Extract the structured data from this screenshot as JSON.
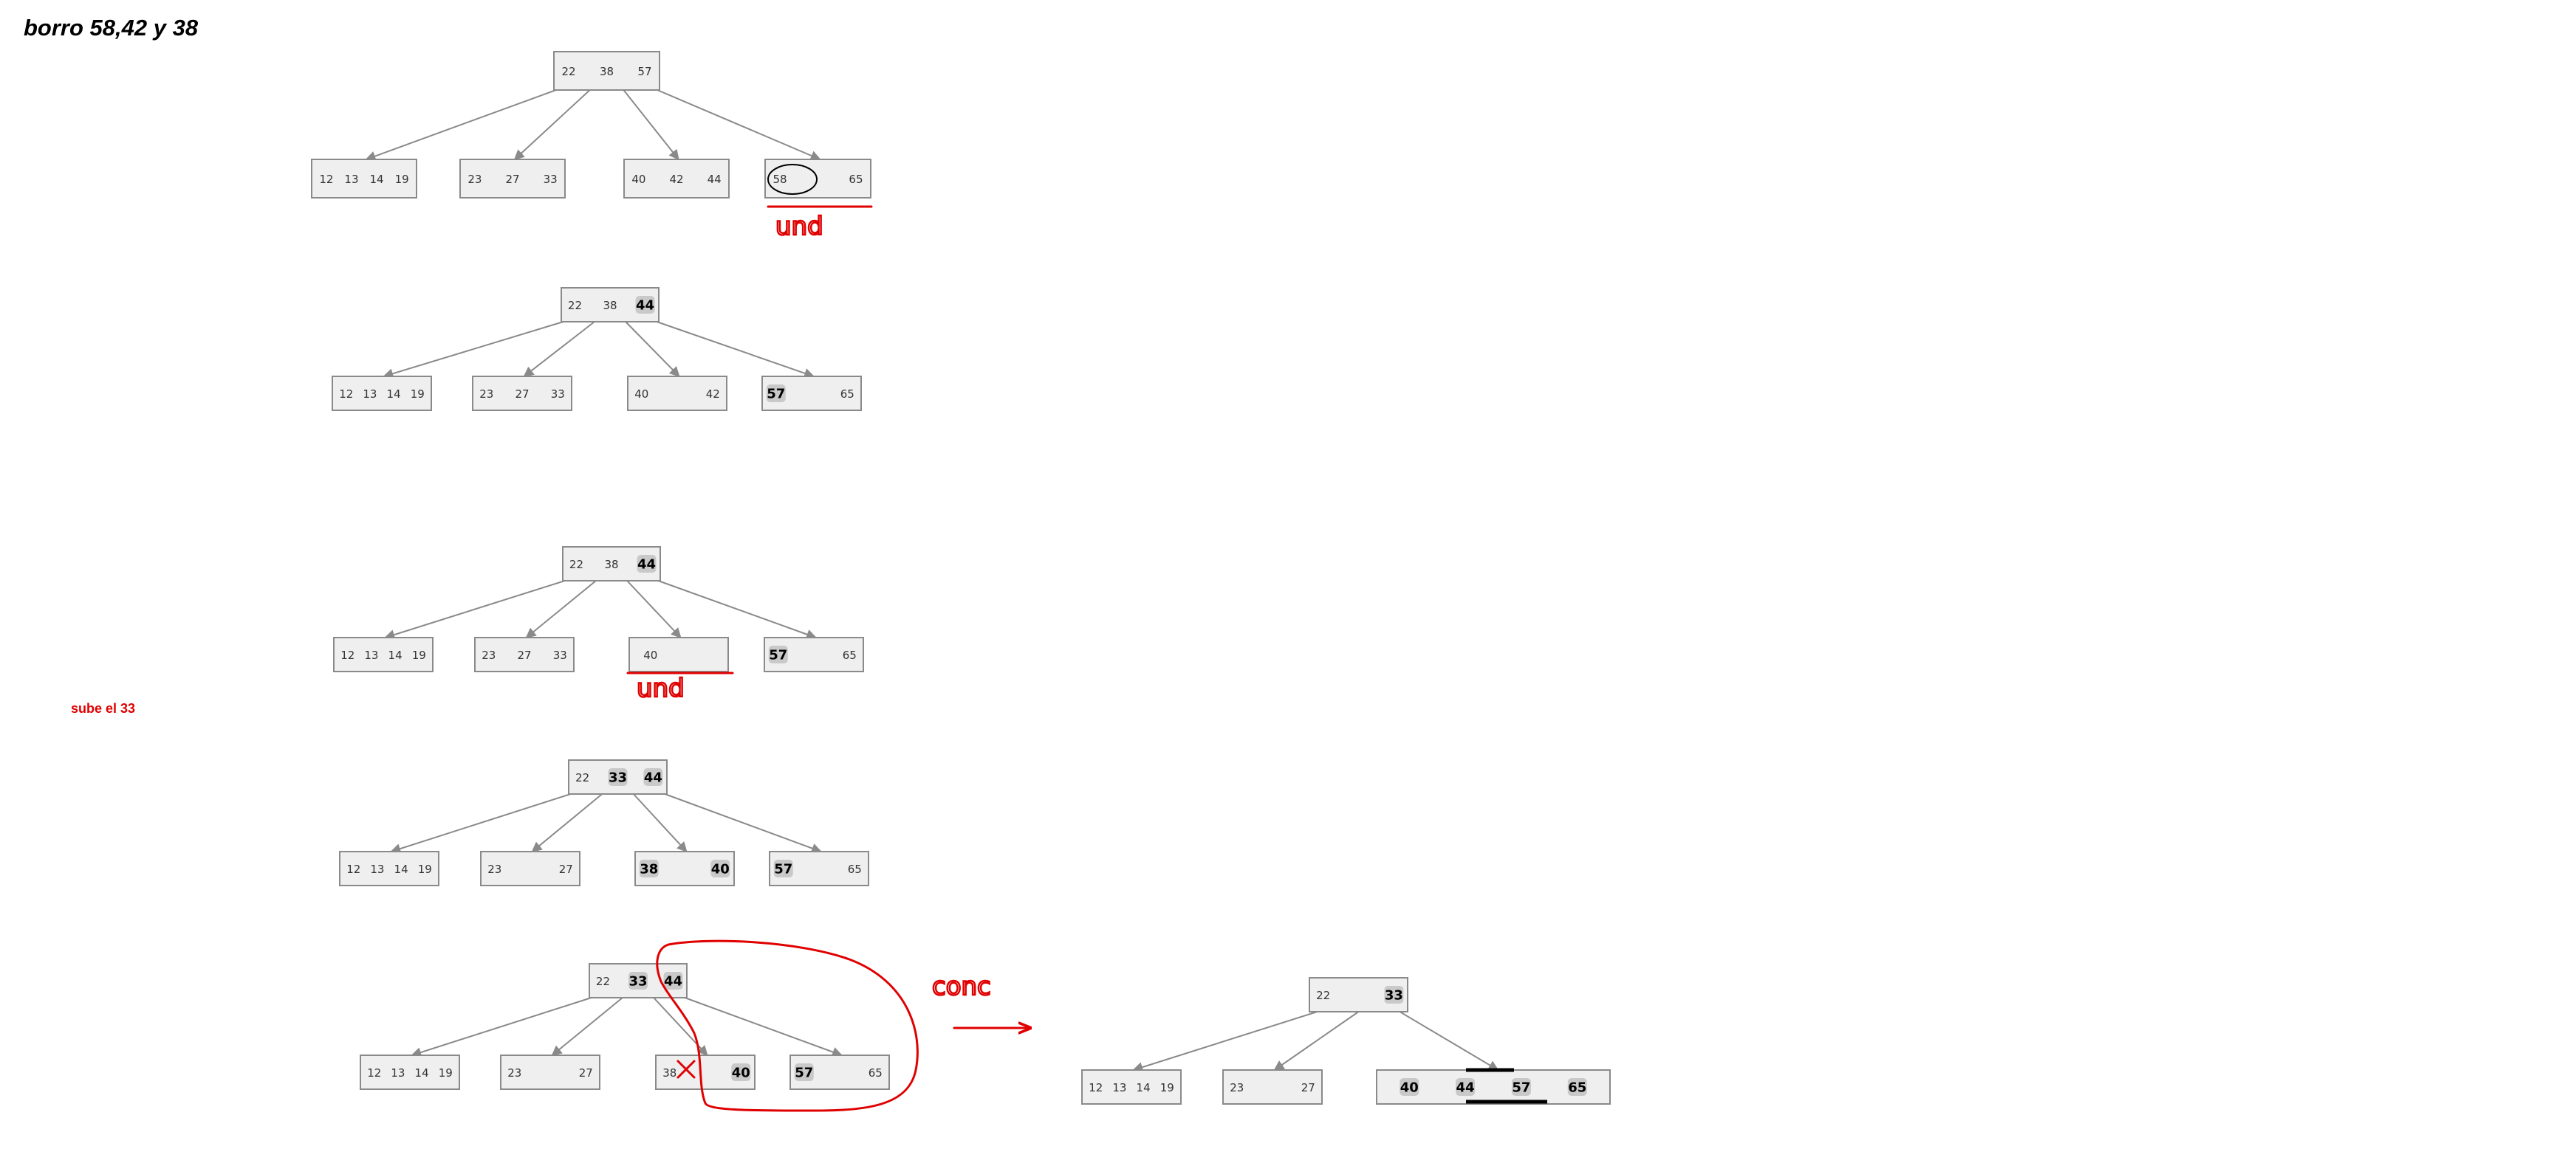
{
  "title": "borro 58,42 y 38",
  "note": "sube el 33",
  "annotations": {
    "und_1": "und",
    "und_2": "und",
    "conc": "conc"
  },
  "trees": [
    {
      "root": [
        "22",
        "38",
        "57"
      ],
      "leaves": [
        [
          "12",
          "13",
          "14",
          "19"
        ],
        [
          "23",
          "27",
          "33"
        ],
        [
          "40",
          "42",
          "44"
        ],
        [
          "58",
          "65"
        ]
      ]
    },
    {
      "root": [
        "22",
        "38",
        "44"
      ],
      "leaves": [
        [
          "12",
          "13",
          "14",
          "19"
        ],
        [
          "23",
          "27",
          "33"
        ],
        [
          "40",
          "42"
        ],
        [
          "57",
          "65"
        ]
      ]
    },
    {
      "root": [
        "22",
        "38",
        "44"
      ],
      "leaves": [
        [
          "12",
          "13",
          "14",
          "19"
        ],
        [
          "23",
          "27",
          "33"
        ],
        [
          "40"
        ],
        [
          "57",
          "65"
        ]
      ]
    },
    {
      "root": [
        "22",
        "33",
        "44"
      ],
      "leaves": [
        [
          "12",
          "13",
          "14",
          "19"
        ],
        [
          "23",
          "27"
        ],
        [
          "38",
          "40"
        ],
        [
          "57",
          "65"
        ]
      ]
    },
    {
      "root": [
        "22",
        "33",
        "44"
      ],
      "leaves": [
        [
          "12",
          "13",
          "14",
          "19"
        ],
        [
          "23",
          "27"
        ],
        [
          "38",
          "40"
        ],
        [
          "57",
          "65"
        ]
      ]
    },
    {
      "root": [
        "22",
        "33"
      ],
      "leaves": [
        [
          "12",
          "13",
          "14",
          "19"
        ],
        [
          "23",
          "27"
        ],
        [
          "40",
          "44",
          "57",
          "65"
        ]
      ]
    }
  ],
  "colors": {
    "ink": "#e00000",
    "node_fill": "#efefef",
    "node_border": "#8a8a8a"
  }
}
